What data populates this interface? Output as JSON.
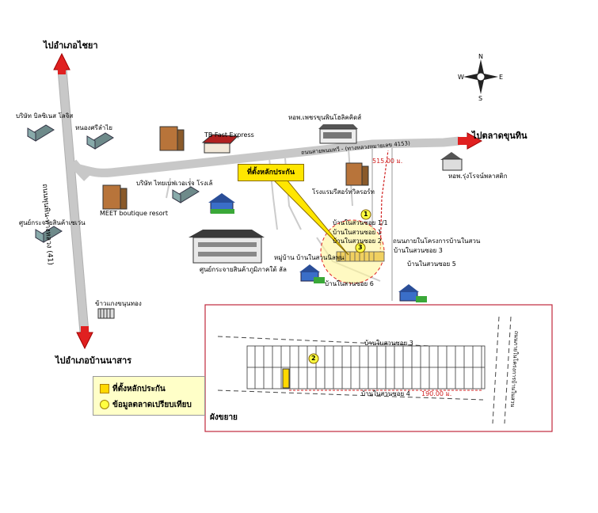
{
  "directions": {
    "to_chaiya": "ไปอำเภอไชยา",
    "to_bannasan": "ไปอำเภอบ้านนาสาร",
    "to_talad_khun_thin": "ไปตลาดขุนทิน"
  },
  "compass": {
    "n": "N",
    "s": "S",
    "e": "E",
    "w": "W"
  },
  "roads": {
    "vertical_highway": "ถนนพุนพิน-ทางหลวง (41)",
    "main_road": "ถนนสายพนมทวี - (ทางหลวงหมายเลข 4153)"
  },
  "landmarks": {
    "bilsinet": "บริษัท บิลซิเนส โลจิส",
    "nong_sri": "หนองศรีลำไย",
    "product_center_1": "ศูนย์กระจายสินค้าเซเว่น",
    "tb_express": "TB Fast Express",
    "thaiber": "บริษัท ไทยเบฟเวอเรจ โรงเล้",
    "meet_resort": "MEET boutique resort",
    "dorm_phet": "หอพ.เพชรขุนพินโฮลิคคิดส์",
    "nice_resort": "โรงแรมรีสอร์ทวิลรอร์ท",
    "rung_ron": "หอพ.รุ่งโรจน์พลาสติก",
    "south_center": "ศูนย์กระจายสินค้าภูมิภาคใต้ ลัล",
    "rice_mill": "ข้าวแกงขนุนทอง"
  },
  "map_labels": {
    "soi_1_1": "บ้านในสวนซอย 1/1",
    "soi_1": "บ้านในสวนซอย 1",
    "soi_2": "บ้านในสวนซอย 2",
    "soi_3_top": "บ้านในสวนซอย 3",
    "soi_5": "บ้านในสวนซอย 5",
    "soi_6": "บ้านในสวนซอย 6",
    "village": "หมู่บ้าน บ้านในสวนนิลพุน",
    "inner_road": "ถนนภายในโครงการบ้านในสวน",
    "distance_main": "515.00 ม.",
    "marker_1": "1",
    "marker_3": "3"
  },
  "callout": "ที่ตั้งหลักประกัน",
  "inset": {
    "title": "ผังขยาย",
    "soi_3": "บ้านในสวนซอย 3",
    "soi_4": "บ้านในสวนซอย 4",
    "distance": "190.00 ม.",
    "side_road": "ถนนภายในโครงการบ้านในสวน",
    "marker_2": "2"
  },
  "legend": {
    "collateral": "ที่ตั้งหลักประกัน",
    "comparison": "ข้อมูลตลาดเปรียบเทียบ"
  },
  "colors": {
    "road": "#c8c8c8",
    "arrow_red": "#e02020",
    "yellow": "#ffe600",
    "inset_border": "#c0283c"
  }
}
